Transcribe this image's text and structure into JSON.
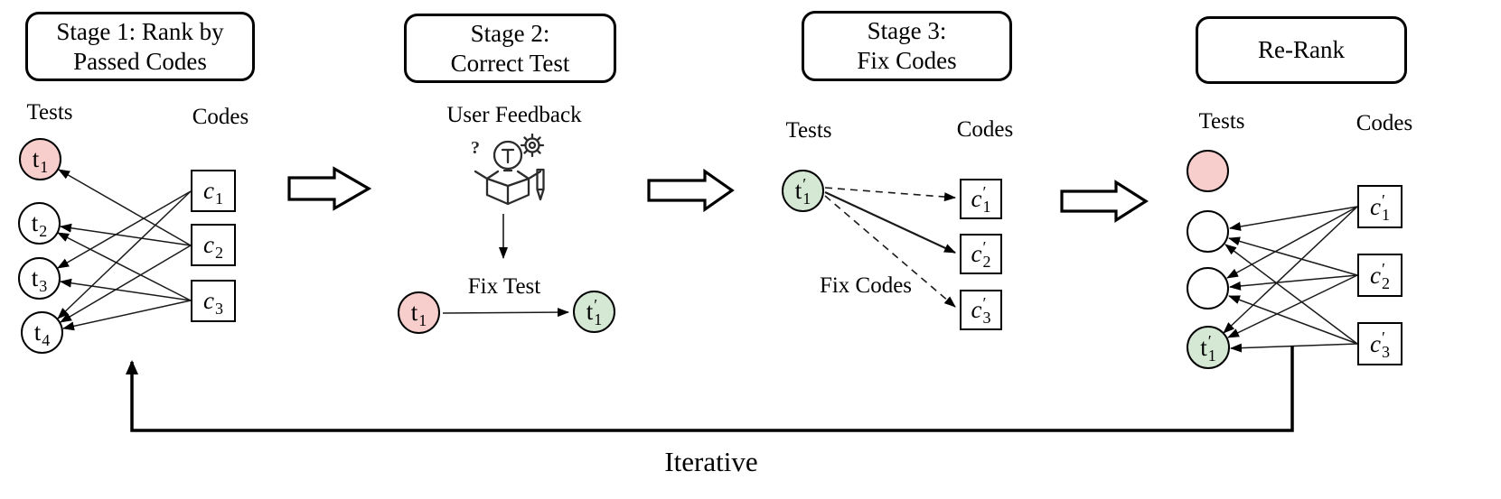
{
  "stage1": {
    "title_line1": "Stage 1: Rank by",
    "title_line2": "Passed Codes",
    "tests_label": "Tests",
    "codes_label": "Codes",
    "tests": [
      {
        "base": "t",
        "sub": "1",
        "status": "fail"
      },
      {
        "base": "t",
        "sub": "2"
      },
      {
        "base": "t",
        "sub": "3"
      },
      {
        "base": "t",
        "sub": "4"
      }
    ],
    "codes": [
      {
        "base": "c",
        "sub": "1"
      },
      {
        "base": "c",
        "sub": "2"
      },
      {
        "base": "c",
        "sub": "3"
      }
    ],
    "edges": [
      "c1→t3",
      "c1→t4",
      "c2→t1",
      "c2→t2",
      "c2→t4",
      "c3→t2",
      "c3→t3",
      "c3→t4"
    ]
  },
  "stage2": {
    "title_line1": "Stage 2:",
    "title_line2": "Correct Test",
    "user_feedback_label": "User Feedback",
    "fix_test_label": "Fix Test",
    "icon": "feedback-box-icon",
    "from_test": {
      "base": "t",
      "sub": "1",
      "status": "fail"
    },
    "to_test": {
      "base": "t",
      "prime": "′",
      "sub": "1",
      "status": "pass"
    }
  },
  "stage3": {
    "title_line1": "Stage 3:",
    "title_line2": "Fix Codes",
    "tests_label": "Tests",
    "codes_label": "Codes",
    "fix_codes_label": "Fix Codes",
    "test": {
      "base": "t",
      "prime": "′",
      "sub": "1",
      "status": "pass"
    },
    "codes": [
      {
        "base": "c",
        "prime": "′",
        "sub": "1"
      },
      {
        "base": "c",
        "prime": "′",
        "sub": "2"
      },
      {
        "base": "c",
        "prime": "′",
        "sub": "3"
      }
    ],
    "edges": [
      {
        "from": "t1′",
        "to": "c1′",
        "style": "dashed"
      },
      {
        "from": "t1′",
        "to": "c2′",
        "style": "solid"
      },
      {
        "from": "t1′",
        "to": "c3′",
        "style": "dashed"
      }
    ]
  },
  "rerank": {
    "title": "Re-Rank",
    "tests_label": "Tests",
    "codes_label": "Codes",
    "tests": [
      {
        "status": "fail"
      },
      {
        "status": "none"
      },
      {
        "status": "none"
      },
      {
        "base": "t",
        "prime": "′",
        "sub": "1",
        "status": "pass"
      }
    ],
    "codes": [
      {
        "base": "c",
        "prime": "′",
        "sub": "1"
      },
      {
        "base": "c",
        "prime": "′",
        "sub": "2"
      },
      {
        "base": "c",
        "prime": "′",
        "sub": "3"
      }
    ],
    "edges": [
      "c1′→t2",
      "c1′→t3",
      "c1′→t1′",
      "c2′→t2",
      "c2′→t3",
      "c2′→t1′",
      "c3′→t2",
      "c3′→t3",
      "c3′→t1′"
    ]
  },
  "iterative_label": "Iterative",
  "colors": {
    "fail_fill": "#f8cecc",
    "pass_fill": "#d5e8d4",
    "stroke": "#000000"
  }
}
